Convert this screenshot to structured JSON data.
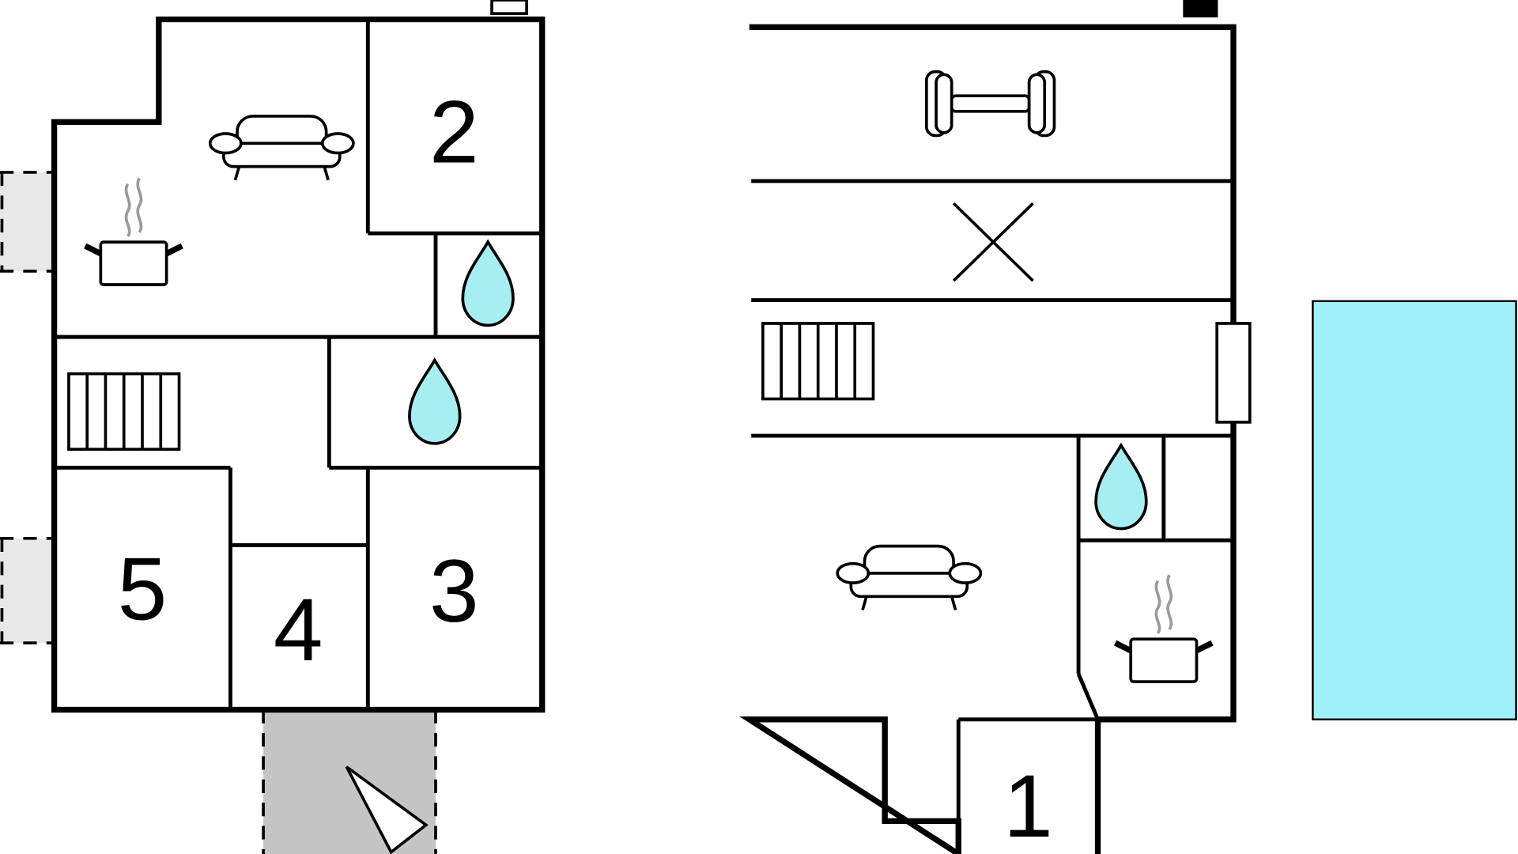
{
  "colors": {
    "wall": "#000000",
    "water": "#a7eef2",
    "pool": "#9ff2fa",
    "terrace": "#e8e8e8",
    "entrance": "#c4c4c4",
    "steam": "#9a9a9a",
    "background": "#ffffff"
  },
  "floor_left": {
    "rooms": [
      {
        "id": "2",
        "label": "2"
      },
      {
        "id": "3",
        "label": "3"
      },
      {
        "id": "4",
        "label": "4"
      },
      {
        "id": "5",
        "label": "5"
      }
    ],
    "icons": [
      "sofa-icon",
      "kitchen-pot-icon",
      "bathroom-water-drop-icon",
      "bathroom-water-drop-icon",
      "stairs-icon",
      "entrance-arrow-icon"
    ]
  },
  "floor_right": {
    "rooms": [
      {
        "id": "1",
        "label": "1"
      }
    ],
    "icons": [
      "gym-dumbbell-icon",
      "storage-cross-icon",
      "stairs-icon",
      "bathroom-water-drop-icon",
      "sofa-icon",
      "kitchen-pot-icon",
      "pool-area"
    ]
  }
}
